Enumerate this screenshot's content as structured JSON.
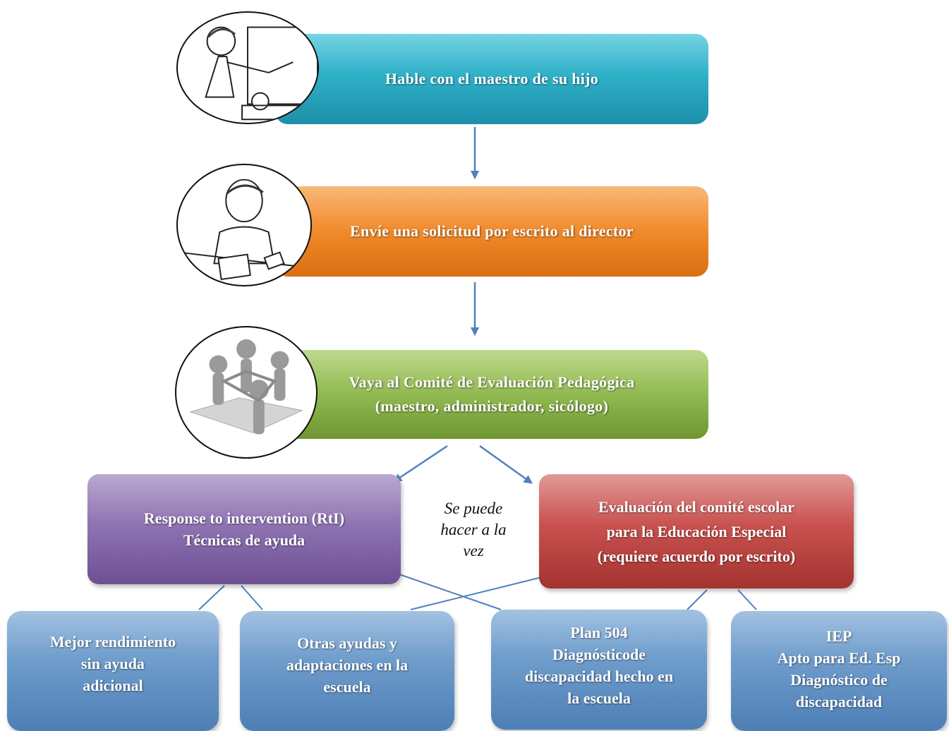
{
  "steps": [
    {
      "text": "Hable con el maestro de su hijo"
    },
    {
      "text": "Envíe una solicitud por escrito al director"
    },
    {
      "text_line1": "Vaya al Comité de Evaluación Pedagógica",
      "text_line2": "(maestro, administrador, sicólogo)"
    }
  ],
  "branches": {
    "rti": {
      "line1": "Response to intervention (RtI)",
      "line2": "Técnicas de ayuda"
    },
    "special_ed": {
      "line1": "Evaluación del comité escolar",
      "line2": "para la Educación Especial",
      "line3": "(requiere acuerdo por escrito)"
    },
    "note": {
      "line1": "Se puede",
      "line2": "hacer a la",
      "line3": "vez"
    }
  },
  "outcomes": [
    {
      "lines": [
        "Mejor rendimiento",
        "sin ayuda",
        "adicional"
      ]
    },
    {
      "lines": [
        "Otras ayudas y",
        "adaptaciones en la",
        "escuela"
      ]
    },
    {
      "lines": [
        "Plan 504",
        "Diagnósticode",
        "discapacidad hecho en",
        "la escuela"
      ]
    },
    {
      "lines": [
        "IEP",
        "Apto para Ed. Esp",
        "Diagnóstico de",
        "discapacidad"
      ]
    }
  ],
  "colors": {
    "step1": "#2fb1c9",
    "step2": "#f08a2a",
    "step3": "#91b951",
    "rti": "#8f74b3",
    "special_ed": "#c8514e",
    "outcomes": "#6f9dcc",
    "arrows": "#4f81bd"
  },
  "illustrations": [
    "teacher-pointing-icon",
    "person-writing-icon",
    "team-circle-icon"
  ]
}
